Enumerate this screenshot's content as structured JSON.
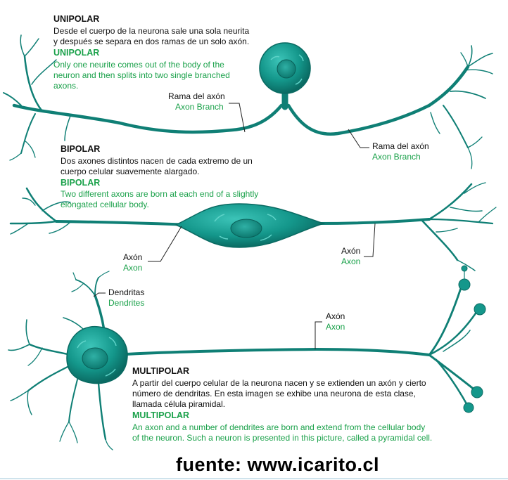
{
  "unipolar": {
    "title_es": "UNIPOLAR",
    "text_es": [
      "Desde el cuerpo de la neurona sale una sola neurita",
      "y después se separa en dos ramas de un solo axón."
    ],
    "title_en": "UNIPOLAR",
    "text_en": [
      "Only one neurite comes out of the body of the",
      "neuron and then splits into two single branched",
      "axons."
    ],
    "label_left_es": "Rama del axón",
    "label_left_en": "Axon Branch",
    "label_right_es": "Rama del axón",
    "label_right_en": "Axon Branch"
  },
  "bipolar": {
    "title_es": "BIPOLAR",
    "text_es": [
      "Dos axones distintos nacen de cada extremo de un",
      "cuerpo celular suavemente alargado."
    ],
    "title_en": "BIPOLAR",
    "text_en": [
      "Two different axons are born at each end of a slightly",
      "elongated cellular body."
    ],
    "label_left_es": "Axón",
    "label_left_en": "Axon",
    "label_right_es": "Axón",
    "label_right_en": "Axon"
  },
  "multipolar": {
    "title_es": "MULTIPOLAR",
    "text_es": [
      "A partir del cuerpo celular de la neurona nacen y se extienden un axón y cierto",
      "número de dendritas. En esta imagen se exhibe una neurona de esta clase,",
      "llamada célula piramidal."
    ],
    "title_en": "MULTIPOLAR",
    "text_en": [
      "An axon and a number of dendrites are born and extend from the cellular body",
      "of the neuron. Such a neuron is presented in this picture, called a pyramidal cell."
    ],
    "label_dendrites_es": "Dendritas",
    "label_dendrites_en": "Dendrites",
    "label_axon_es": "Axón",
    "label_axon_en": "Axon"
  },
  "source": "fuente: www.icarito.cl",
  "colors": {
    "neuron": "#0e7d74",
    "neuron_light": "#2fb3a8",
    "spanish_text": "#111111",
    "english_text": "#1aa14a"
  }
}
